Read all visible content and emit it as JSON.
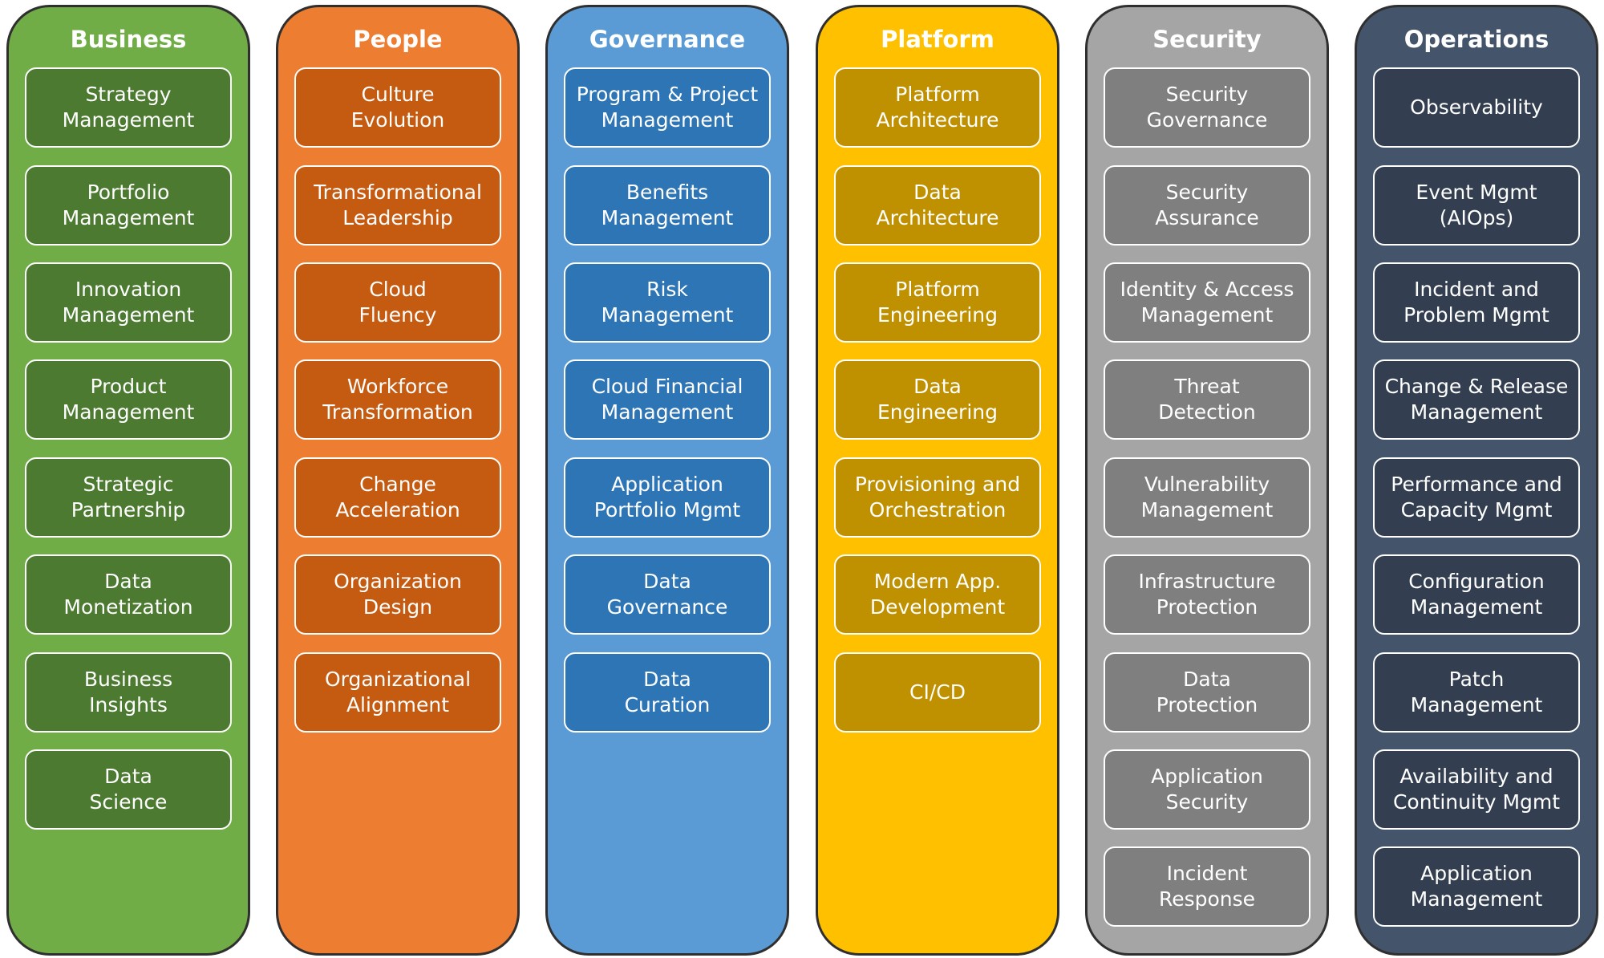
{
  "columns": [
    {
      "title": "Business",
      "bg": "#70AD47",
      "card_bg": "#4C7A31",
      "items": [
        "Strategy\nManagement",
        "Portfolio\nManagement",
        "Innovation\nManagement",
        "Product\nManagement",
        "Strategic\nPartnership",
        "Data\nMonetization",
        "Business\nInsights",
        "Data\nScience"
      ]
    },
    {
      "title": "People",
      "bg": "#ED7D31",
      "card_bg": "#C55A11",
      "items": [
        "Culture\nEvolution",
        "Transformational\nLeadership",
        "Cloud\nFluency",
        "Workforce\nTransformation",
        "Change\nAcceleration",
        "Organization\nDesign",
        "Organizational\nAlignment"
      ]
    },
    {
      "title": "Governance",
      "bg": "#5B9BD5",
      "card_bg": "#2E75B6",
      "items": [
        "Program & Project\nManagement",
        "Benefits\nManagement",
        "Risk\nManagement",
        "Cloud Financial\nManagement",
        "Application\nPortfolio Mgmt",
        "Data\nGovernance",
        "Data\nCuration"
      ]
    },
    {
      "title": "Platform",
      "bg": "#FFC000",
      "card_bg": "#BF9000",
      "items": [
        "Platform\nArchitecture",
        "Data\nArchitecture",
        "Platform\nEngineering",
        "Data\nEngineering",
        "Provisioning and\nOrchestration",
        "Modern App.\nDevelopment",
        "CI/CD"
      ]
    },
    {
      "title": "Security",
      "bg": "#A5A5A5",
      "card_bg": "#7F7F7F",
      "items": [
        "Security\nGovernance",
        "Security\nAssurance",
        "Identity & Access\nManagement",
        "Threat\nDetection",
        "Vulnerability\nManagement",
        "Infrastructure\nProtection",
        "Data\nProtection",
        "Application\nSecurity",
        "Incident\nResponse"
      ]
    },
    {
      "title": "Operations",
      "bg": "#44546A",
      "card_bg": "#333F50",
      "items": [
        "Observability",
        "Event Mgmt\n(AIOps)",
        "Incident and\nProblem Mgmt",
        "Change & Release\nManagement",
        "Performance and\nCapacity Mgmt",
        "Configuration\nManagement",
        "Patch\nManagement",
        "Availability and\nContinuity Mgmt",
        "Application\nManagement"
      ]
    }
  ]
}
